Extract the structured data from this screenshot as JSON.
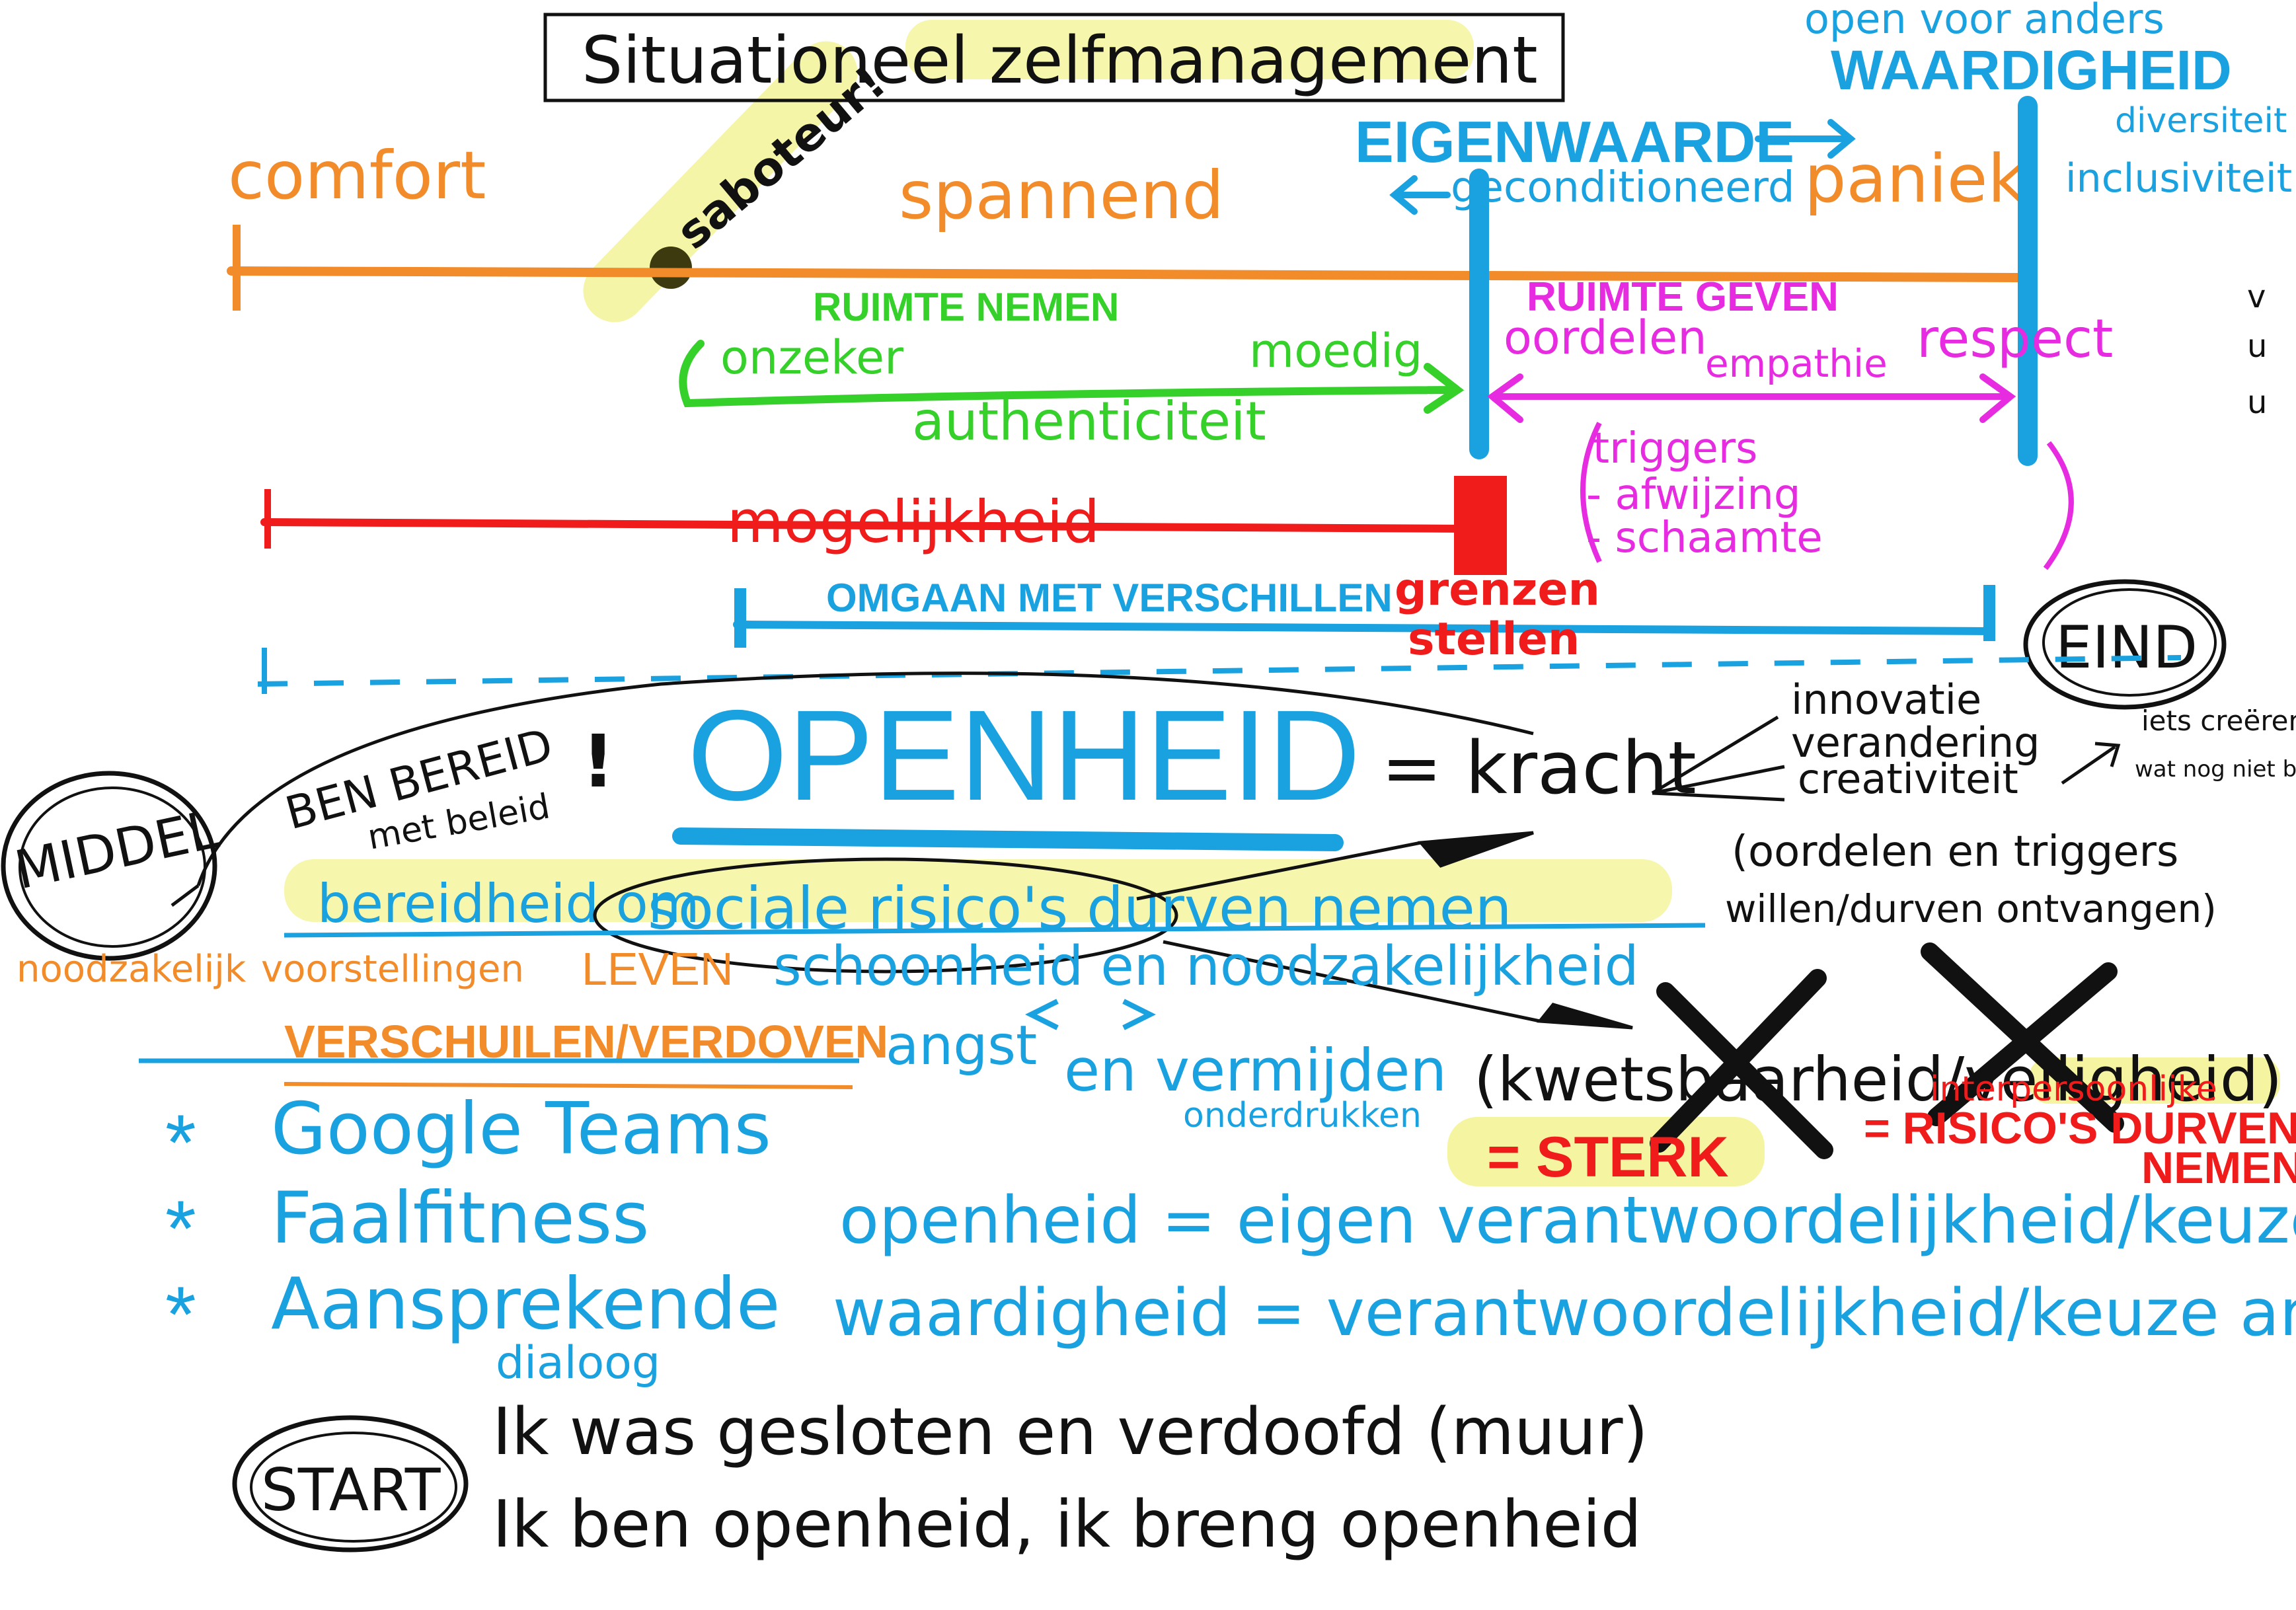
{
  "colors": {
    "black": "#111111",
    "orange": "#F28C2A",
    "blue": "#1AA2E0",
    "green": "#35D12A",
    "magenta": "#E62BE0",
    "red": "#F01C1C",
    "highlight": "#F2F28A",
    "olive": "#3E3A10"
  },
  "title": "Situationeel zelfmanagement",
  "sabotage": "saboteur!",
  "top_right": {
    "open_voor_anders": "open voor anders",
    "waardigheid": "WAARDIGHEID",
    "diversiteit": "diversiteit",
    "inclusiviteit": "inclusiviteit"
  },
  "zones": {
    "comfort": "comfort",
    "spannend": "spannend",
    "paniek": "paniek",
    "eigenwaarde": "EIGENWAARDE",
    "geconditioneerd": "geconditioneerd",
    "ruimte_nemen": "RUIMTE NEMEN",
    "onzeker": "onzeker",
    "moedig": "moedig",
    "authenticiteit": "authenticiteit",
    "ruimte_geven": "RUIMTE GEVEN",
    "oordelen": "oordelen",
    "empathie": "empathie",
    "respect": "respect",
    "triggers": "triggers",
    "afwijzing": "- afwijzing",
    "schaamte": "- schaamte",
    "mogelijkheid": "mogelijkheid",
    "omgaan": "OMGAAN MET VERSCHILLEN",
    "grenzen": "grenzen",
    "stellen": "stellen",
    "eind": "EIND",
    "side_marks": [
      "v",
      "u",
      "u"
    ]
  },
  "middle": {
    "middel": "MIDDEL",
    "ben_bereid": "BEN BEREID",
    "met_beleid": "met beleid",
    "openheid": "OPENHEID",
    "kracht": "= kracht",
    "innovatie": "innovatie",
    "verandering": "verandering",
    "creativiteit": "creativiteit",
    "iets_creeren": "iets creëren",
    "nog_niet": "wat nog niet bestaat",
    "oordelen_triggers": "(oordelen en triggers",
    "willen_durven": "willen/durven ontvangen)",
    "bereidheid": "bereidheid om",
    "sociale_risicos": "sociale risico's durven nemen",
    "schoonheid": "schoonheid en noodzakelijkheid",
    "noodzakelijk": "noodzakelijk",
    "voorstellingen": "voorstellingen",
    "leven": "LEVEN",
    "verschuilen": "VERSCHUILEN/VERDOVEN",
    "angst": "angst",
    "vermijden": "en vermijden",
    "onderdrukken": "onderdrukken",
    "kwetsbaarheid": "(kwetsbaarheid/veiligheid)",
    "sterk": "= STERK",
    "risicos": "= RISICO'S DURVEN",
    "nemen": "NEMEN",
    "interpersoonlijke": "interpersoonlijke"
  },
  "list": [
    "Google Teams",
    "Faalfitness",
    "Aansprekende"
  ],
  "dialoog": "dialoog",
  "equations": {
    "eq1": "openheid = eigen verantwoordelijkheid/keuze",
    "eq2": "waardigheid = verantwoordelijkheid/keuze anderen"
  },
  "start": {
    "label": "START",
    "line1": "Ik was gesloten en verdoofd (muur)",
    "line2": "Ik ben openheid, ik breng openheid"
  }
}
